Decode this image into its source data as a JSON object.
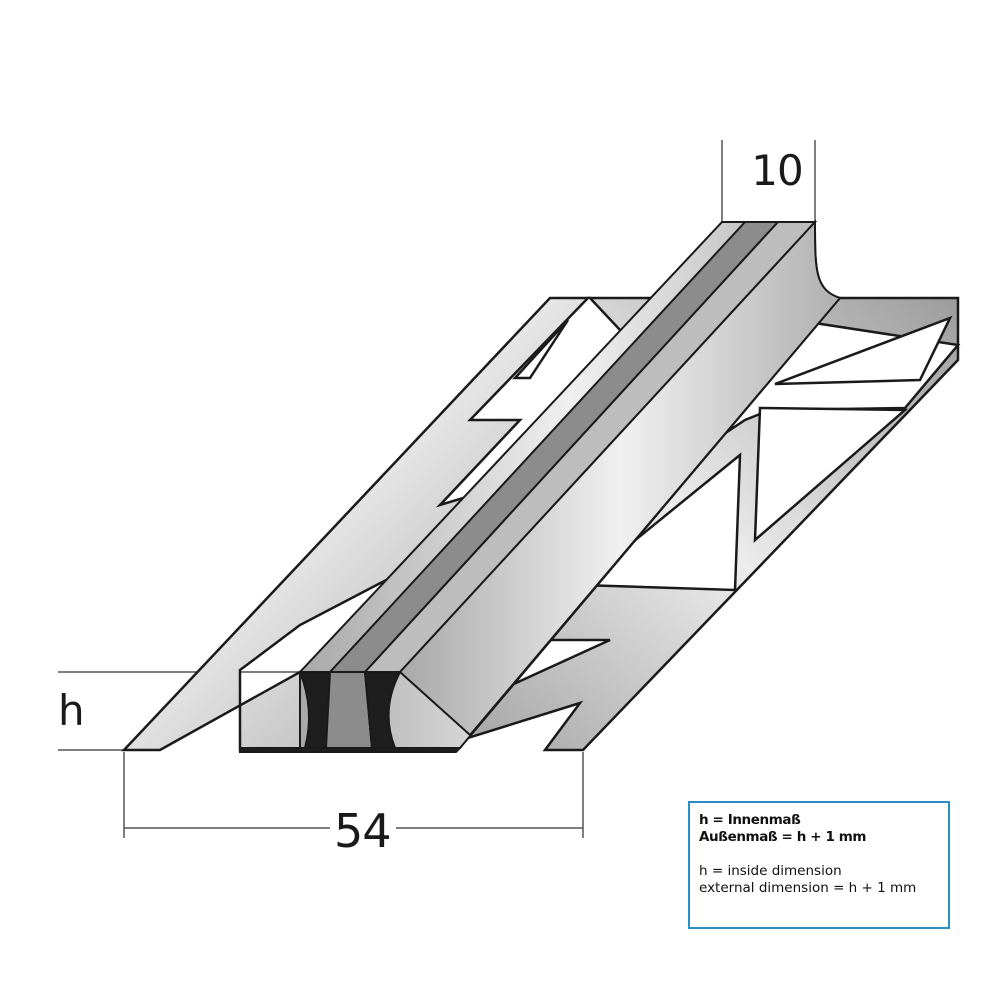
{
  "diagram": {
    "type": "technical product drawing",
    "subject": "expansion/movement joint profile with perforated mounting legs",
    "dimensions": {
      "top_joint_width": "10",
      "height_label": "h",
      "overall_width": "54"
    }
  },
  "legend": {
    "german_line1": "h = Innenmaß",
    "german_line2": "Außenmaß = h + 1 mm",
    "english_line1": "h = inside dimension",
    "english_line2": "external dimension = h + 1 mm",
    "border_color": "#2a8fc4"
  },
  "colors": {
    "metal_light": "#e6e6e6",
    "metal_mid": "#b4b4b4",
    "metal_dark": "#8a8a8a",
    "insert_gray": "#8c8c8c",
    "insert_black": "#1e1e1e",
    "outline": "#1a1a1a",
    "dim_line": "#555555"
  }
}
